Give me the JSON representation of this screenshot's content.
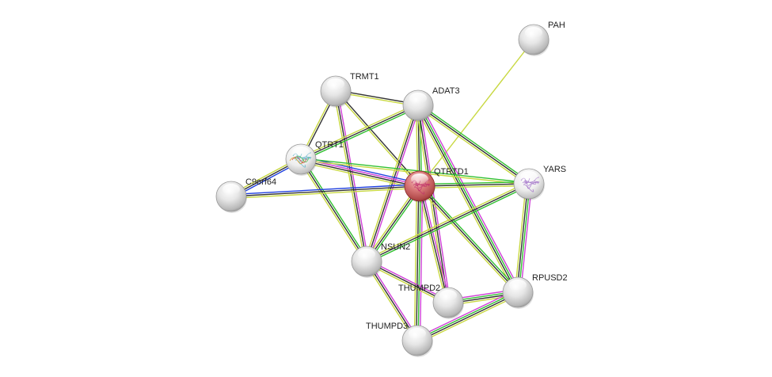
{
  "network": {
    "center_node": "QTRTD1",
    "nodes": [
      {
        "id": "PAH",
        "label": "PAH",
        "style": "plain"
      },
      {
        "id": "TRMT1",
        "label": "TRMT1",
        "style": "plain"
      },
      {
        "id": "ADAT3",
        "label": "ADAT3",
        "style": "plain"
      },
      {
        "id": "QTRT1",
        "label": "QTRT1",
        "style": "structure",
        "structure_color": "#5ab0c8"
      },
      {
        "id": "C9orf64",
        "label": "C9orf64",
        "style": "plain"
      },
      {
        "id": "QTRTD1",
        "label": "QTRTD1",
        "style": "query",
        "structure_color": "#c0306a"
      },
      {
        "id": "YARS",
        "label": "YARS",
        "style": "structure",
        "structure_color": "#a070c8"
      },
      {
        "id": "NSUN2",
        "label": "NSUN2",
        "style": "plain"
      },
      {
        "id": "THUMPD2",
        "label": "THUMPD2",
        "style": "plain"
      },
      {
        "id": "RPUSD2",
        "label": "RPUSD2",
        "style": "plain"
      },
      {
        "id": "THUMPD3",
        "label": "THUMPD3",
        "style": "plain"
      }
    ],
    "evidence_colors": {
      "textmining": "#c8d840",
      "coexpression": "#333333",
      "neighborhood": "#30c030",
      "homology": "#d040d8",
      "experiments": "#2040e0",
      "fusion": "#ff3030"
    },
    "edges": [
      {
        "a": "QTRTD1",
        "b": "PAH",
        "evidence": [
          "textmining"
        ]
      },
      {
        "a": "TRMT1",
        "b": "ADAT3",
        "evidence": [
          "coexpression",
          "textmining"
        ]
      },
      {
        "a": "TRMT1",
        "b": "QTRT1",
        "evidence": [
          "coexpression",
          "textmining"
        ]
      },
      {
        "a": "TRMT1",
        "b": "QTRTD1",
        "evidence": [
          "coexpression",
          "textmining"
        ]
      },
      {
        "a": "TRMT1",
        "b": "NSUN2",
        "evidence": [
          "homology",
          "coexpression",
          "textmining"
        ]
      },
      {
        "a": "ADAT3",
        "b": "QTRT1",
        "evidence": [
          "neighborhood",
          "coexpression",
          "textmining"
        ]
      },
      {
        "a": "ADAT3",
        "b": "QTRTD1",
        "evidence": [
          "neighborhood",
          "coexpression",
          "textmining"
        ]
      },
      {
        "a": "ADAT3",
        "b": "YARS",
        "evidence": [
          "neighborhood",
          "coexpression",
          "textmining"
        ]
      },
      {
        "a": "ADAT3",
        "b": "NSUN2",
        "evidence": [
          "homology",
          "coexpression",
          "textmining"
        ]
      },
      {
        "a": "ADAT3",
        "b": "RPUSD2",
        "evidence": [
          "homology",
          "neighborhood",
          "coexpression",
          "textmining"
        ]
      },
      {
        "a": "ADAT3",
        "b": "THUMPD2",
        "evidence": [
          "homology",
          "coexpression",
          "textmining"
        ]
      },
      {
        "a": "QTRT1",
        "b": "QTRTD1",
        "evidence": [
          "experiments",
          "homology",
          "coexpression",
          "textmining"
        ]
      },
      {
        "a": "QTRT1",
        "b": "C9orf64",
        "evidence": [
          "experiments",
          "coexpression",
          "textmining"
        ]
      },
      {
        "a": "QTRT1",
        "b": "YARS",
        "evidence": [
          "neighborhood",
          "textmining"
        ]
      },
      {
        "a": "QTRT1",
        "b": "NSUN2",
        "evidence": [
          "neighborhood",
          "coexpression",
          "textmining"
        ]
      },
      {
        "a": "C9orf64",
        "b": "QTRTD1",
        "evidence": [
          "experiments",
          "coexpression",
          "textmining"
        ]
      },
      {
        "a": "QTRTD1",
        "b": "YARS",
        "evidence": [
          "neighborhood",
          "coexpression",
          "textmining"
        ]
      },
      {
        "a": "QTRTD1",
        "b": "NSUN2",
        "evidence": [
          "neighborhood",
          "coexpression",
          "textmining"
        ]
      },
      {
        "a": "QTRTD1",
        "b": "THUMPD2",
        "evidence": [
          "homology",
          "coexpression",
          "textmining"
        ]
      },
      {
        "a": "QTRTD1",
        "b": "THUMPD3",
        "evidence": [
          "homology",
          "neighborhood",
          "coexpression",
          "textmining"
        ]
      },
      {
        "a": "QTRTD1",
        "b": "RPUSD2",
        "evidence": [
          "neighborhood",
          "coexpression",
          "textmining"
        ]
      },
      {
        "a": "YARS",
        "b": "NSUN2",
        "evidence": [
          "neighborhood",
          "coexpression",
          "textmining"
        ]
      },
      {
        "a": "YARS",
        "b": "RPUSD2",
        "evidence": [
          "homology",
          "neighborhood",
          "coexpression",
          "textmining"
        ]
      },
      {
        "a": "NSUN2",
        "b": "THUMPD2",
        "evidence": [
          "homology",
          "coexpression",
          "textmining"
        ]
      },
      {
        "a": "NSUN2",
        "b": "THUMPD3",
        "evidence": [
          "homology",
          "coexpression",
          "textmining"
        ]
      },
      {
        "a": "THUMPD2",
        "b": "RPUSD2",
        "evidence": [
          "homology",
          "neighborhood",
          "coexpression",
          "textmining"
        ]
      },
      {
        "a": "THUMPD3",
        "b": "RPUSD2",
        "evidence": [
          "homology",
          "neighborhood",
          "coexpression",
          "textmining"
        ]
      }
    ]
  }
}
